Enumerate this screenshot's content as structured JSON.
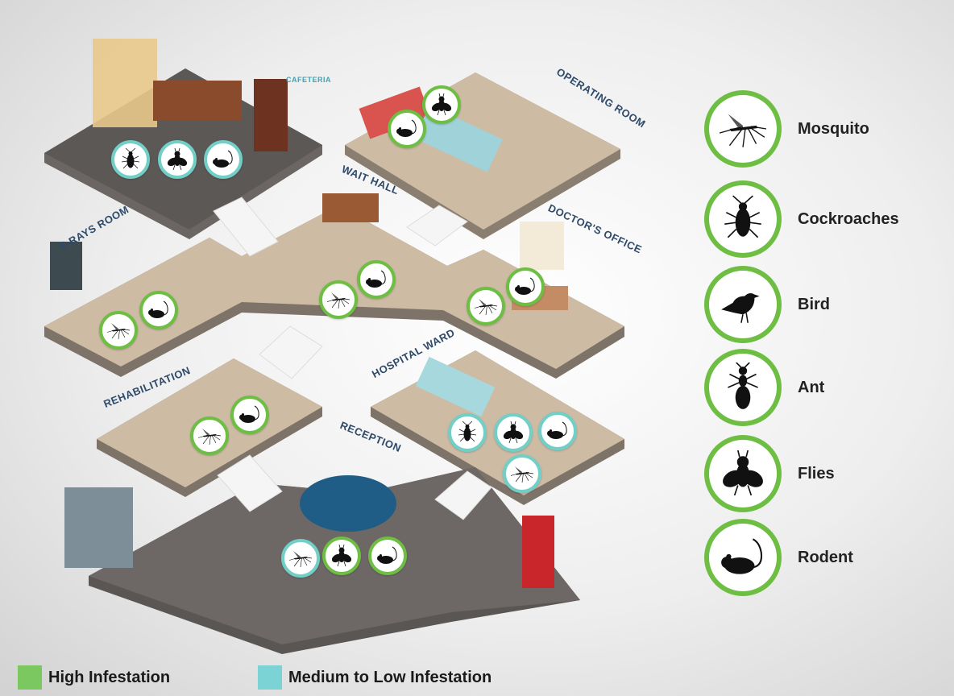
{
  "colors": {
    "high": "#7cc860",
    "medium": "#7bd3d6",
    "ring_high": "#6ebe44",
    "ring_medium": "#72cfc7"
  },
  "rooms": [
    {
      "name": "CAFETERIA",
      "pests": [
        {
          "pest": "cockroach",
          "level": "medium"
        },
        {
          "pest": "fly",
          "level": "medium"
        },
        {
          "pest": "rodent",
          "level": "medium"
        }
      ]
    },
    {
      "name": "OPERATING ROOM",
      "pests": [
        {
          "pest": "rodent",
          "level": "high"
        },
        {
          "pest": "fly",
          "level": "high"
        }
      ]
    },
    {
      "name": "WAIT HALL",
      "pests": [
        {
          "pest": "mosquito",
          "level": "high"
        },
        {
          "pest": "rodent",
          "level": "high"
        }
      ]
    },
    {
      "name": "DOCTOR'S OFFICE",
      "pests": [
        {
          "pest": "mosquito",
          "level": "high"
        },
        {
          "pest": "rodent",
          "level": "high"
        }
      ]
    },
    {
      "name": "X-RAYS ROOM",
      "pests": [
        {
          "pest": "mosquito",
          "level": "high"
        },
        {
          "pest": "rodent",
          "level": "high"
        }
      ]
    },
    {
      "name": "REHABILITATION",
      "pests": [
        {
          "pest": "mosquito",
          "level": "high"
        },
        {
          "pest": "rodent",
          "level": "high"
        }
      ]
    },
    {
      "name": "HOSPITAL WARD",
      "pests": [
        {
          "pest": "cockroach",
          "level": "medium"
        },
        {
          "pest": "fly",
          "level": "medium"
        },
        {
          "pest": "rodent",
          "level": "medium"
        },
        {
          "pest": "mosquito",
          "level": "medium"
        }
      ]
    },
    {
      "name": "RECEPTION",
      "pests": [
        {
          "pest": "mosquito",
          "level": "medium"
        },
        {
          "pest": "fly",
          "level": "high"
        },
        {
          "pest": "rodent",
          "level": "high"
        }
      ]
    }
  ],
  "key": [
    {
      "pest": "mosquito",
      "label": "Mosquito"
    },
    {
      "pest": "cockroach",
      "label": "Cockroaches"
    },
    {
      "pest": "bird",
      "label": "Bird"
    },
    {
      "pest": "ant",
      "label": "Ant"
    },
    {
      "pest": "fly",
      "label": "Flies"
    },
    {
      "pest": "rodent",
      "label": "Rodent"
    }
  ],
  "legend": {
    "high": "High Infestation",
    "medium": "Medium to Low Infestation"
  }
}
